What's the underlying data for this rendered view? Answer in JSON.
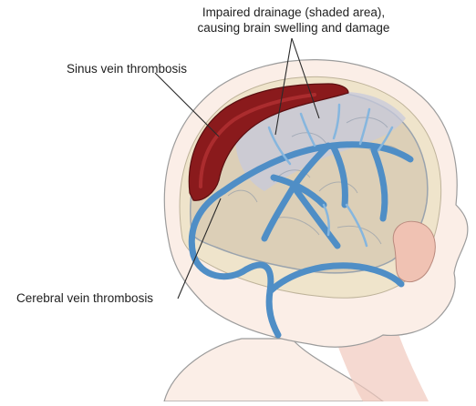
{
  "labels": {
    "impaired_line1": "Impaired drainage (shaded area),",
    "impaired_line2": "causing brain swelling and damage",
    "sinus": "Sinus vein thrombosis",
    "cerebral": "Cerebral vein thrombosis"
  },
  "colors": {
    "skin": "#fbeee7",
    "skin_shadow": "#f1c9bd",
    "skin_outline": "#9c9c9c",
    "skull": "#eee3c8",
    "brain": "#d9ccb4",
    "brain_outline": "#8c98a8",
    "shaded_area": "#c7c9dc",
    "sinus_clot": "#8a1a1c",
    "sinus_clot_highlight": "#c1393a",
    "vein": "#4f8ec6",
    "vein_light": "#86b6de",
    "ear": "#f0c2b3",
    "leader_line": "#2a2a2a"
  }
}
